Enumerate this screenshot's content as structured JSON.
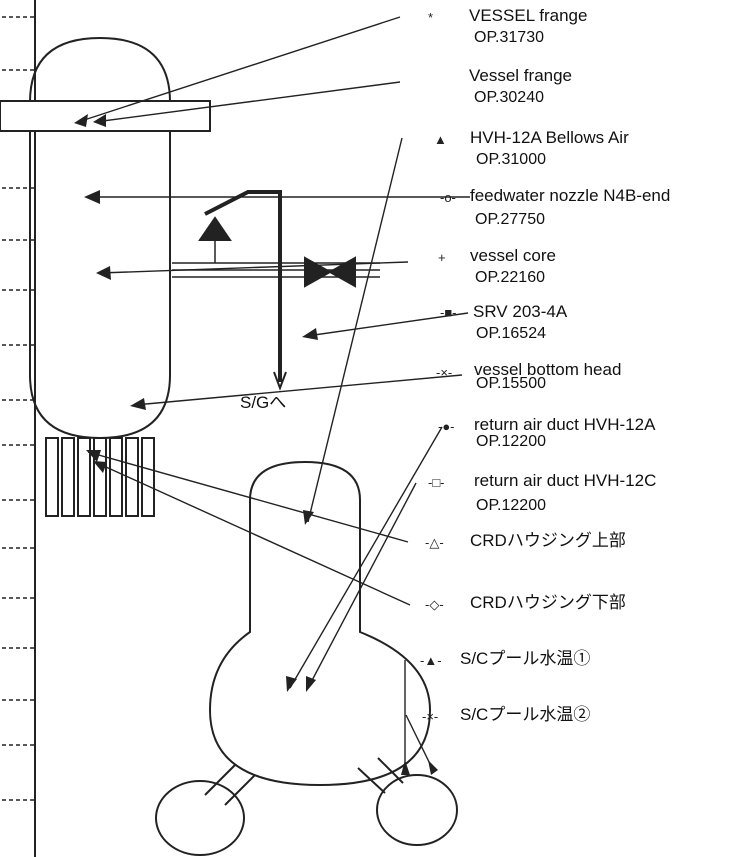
{
  "legend": [
    {
      "marker": "*",
      "name": "VESSEL frange",
      "op": "OP.31730"
    },
    {
      "marker": "",
      "name": "Vessel frange",
      "op": "OP.30240"
    },
    {
      "marker": "▲",
      "name": "HVH-12A Bellows Air",
      "op": "OP.31000"
    },
    {
      "marker": "-o-",
      "name": "feedwater nozzle N4B-end",
      "op": "OP.27750"
    },
    {
      "marker": "+",
      "name": "vessel core",
      "op": "OP.22160"
    },
    {
      "marker": "-■-",
      "name": "SRV 203-4A",
      "op": "OP.16524"
    },
    {
      "marker": "-×-",
      "name": "vessel bottom head",
      "op": "OP.15500"
    },
    {
      "marker": "-●-",
      "name": "return air duct HVH-12A",
      "op": "OP.12200"
    },
    {
      "marker": "-□-",
      "name": "return air duct HVH-12C",
      "op": "OP.12200"
    },
    {
      "marker": "-△-",
      "name": "CRDハウジング上部",
      "op": ""
    },
    {
      "marker": "-◇-",
      "name": "CRDハウジング下部",
      "op": ""
    },
    {
      "marker": "-▲-",
      "name": "S/Cプール水温①",
      "op": ""
    },
    {
      "marker": "-×-",
      "name": "S/Cプール水温②",
      "op": ""
    }
  ],
  "sg_label": "S/Gへ"
}
